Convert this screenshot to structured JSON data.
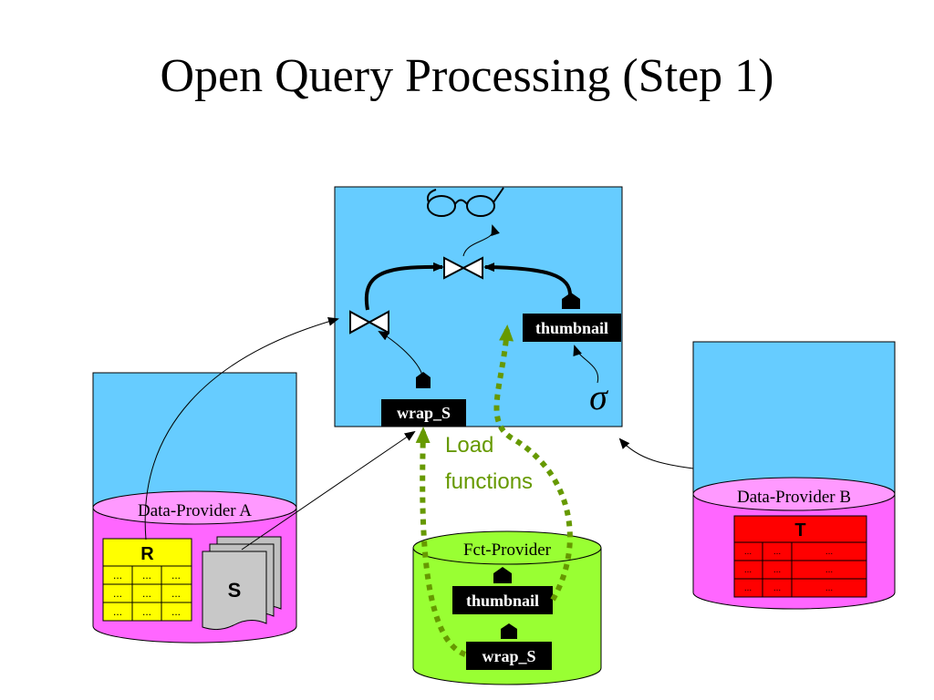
{
  "slide": {
    "title": "Open Query Processing (Step 1)"
  },
  "server": {
    "operators": {
      "wrap_s_label": "wrap_S",
      "thumbnail_label": "thumbnail",
      "select_symbol": "σ",
      "join_symbol": "⋈"
    },
    "load_label_line1": "Load",
    "load_label_line2": "functions"
  },
  "providers": {
    "a": {
      "name": "Data-Provider A",
      "table_r": {
        "title": "R",
        "rows": [
          [
            "...",
            "...",
            "..."
          ],
          [
            "...",
            "...",
            "..."
          ],
          [
            "...",
            "...",
            "..."
          ]
        ]
      },
      "doc_s": {
        "title": "S"
      }
    },
    "b": {
      "name": "Data-Provider B",
      "table_t": {
        "title": "T",
        "rows": [
          [
            "...",
            "...",
            "..."
          ],
          [
            "...",
            "...",
            "..."
          ],
          [
            "...",
            "...",
            "..."
          ]
        ]
      }
    },
    "fct": {
      "name": "Fct-Provider",
      "thumbnail_label": "thumbnail",
      "wrap_s_label": "wrap_S"
    }
  },
  "colors": {
    "sky": "#66ccff",
    "magenta": "#ff66ff",
    "magenta_light": "#ff99ff",
    "green": "#99ff33",
    "green_dark": "#669900",
    "yellow": "#ffff00",
    "red": "#ff0000"
  }
}
